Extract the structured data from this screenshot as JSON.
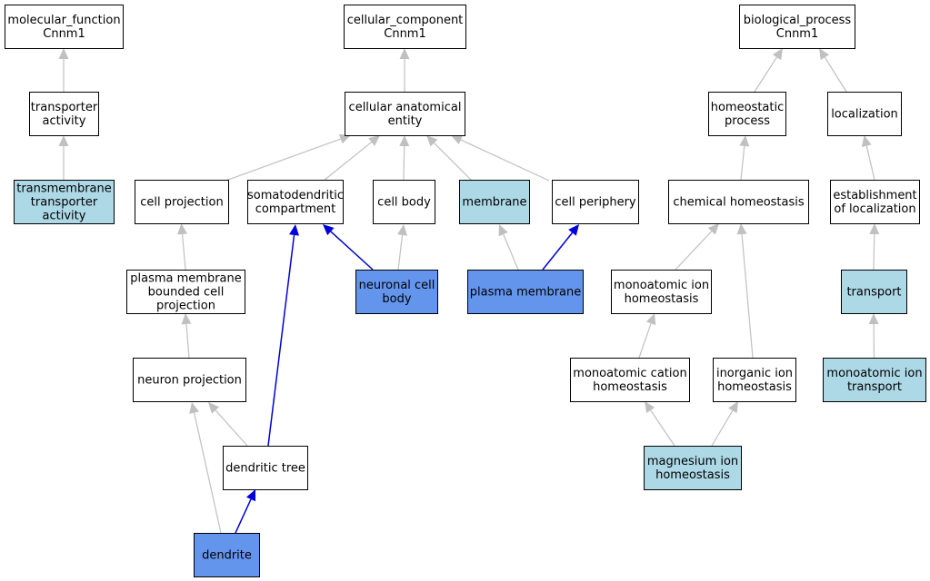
{
  "colors": {
    "default_fill": "#ffffff",
    "highlight_light": "#add8e6",
    "highlight_dark": "#6495ed",
    "edge_default": "#c0c0c0",
    "edge_highlight": "#0000dd",
    "border": "#000000"
  },
  "nodes": [
    {
      "id": "mf_root",
      "lines": [
        "molecular_function",
        "Cnnm1"
      ],
      "style": "default"
    },
    {
      "id": "transporter_activity",
      "lines": [
        "transporter",
        "activity"
      ],
      "style": "default"
    },
    {
      "id": "tm_transporter_activity",
      "lines": [
        "transmembrane",
        "transporter",
        "activity"
      ],
      "style": "light"
    },
    {
      "id": "cc_root",
      "lines": [
        "cellular_component",
        "Cnnm1"
      ],
      "style": "default"
    },
    {
      "id": "cellular_anatomical_entity",
      "lines": [
        "cellular anatomical",
        "entity"
      ],
      "style": "default"
    },
    {
      "id": "cell_projection",
      "lines": [
        "cell projection"
      ],
      "style": "default"
    },
    {
      "id": "somatodendritic_compartment",
      "lines": [
        "somatodendritic",
        "compartment"
      ],
      "style": "default"
    },
    {
      "id": "cell_body",
      "lines": [
        "cell body"
      ],
      "style": "default"
    },
    {
      "id": "membrane",
      "lines": [
        "membrane"
      ],
      "style": "light"
    },
    {
      "id": "cell_periphery",
      "lines": [
        "cell periphery"
      ],
      "style": "default"
    },
    {
      "id": "pm_bounded_cell_projection",
      "lines": [
        "plasma membrane",
        "bounded cell",
        "projection"
      ],
      "style": "default"
    },
    {
      "id": "neuronal_cell_body",
      "lines": [
        "neuronal cell",
        "body"
      ],
      "style": "dark"
    },
    {
      "id": "plasma_membrane",
      "lines": [
        "plasma membrane"
      ],
      "style": "dark"
    },
    {
      "id": "neuron_projection",
      "lines": [
        "neuron projection"
      ],
      "style": "default"
    },
    {
      "id": "dendritic_tree",
      "lines": [
        "dendritic tree"
      ],
      "style": "default"
    },
    {
      "id": "dendrite",
      "lines": [
        "dendrite"
      ],
      "style": "dark"
    },
    {
      "id": "bp_root",
      "lines": [
        "biological_process",
        "Cnnm1"
      ],
      "style": "default"
    },
    {
      "id": "homeostatic_process",
      "lines": [
        "homeostatic",
        "process"
      ],
      "style": "default"
    },
    {
      "id": "localization",
      "lines": [
        "localization"
      ],
      "style": "default"
    },
    {
      "id": "chemical_homeostasis",
      "lines": [
        "chemical homeostasis"
      ],
      "style": "default"
    },
    {
      "id": "establishment_of_localization",
      "lines": [
        "establishment",
        "of localization"
      ],
      "style": "default"
    },
    {
      "id": "monoatomic_ion_homeostasis",
      "lines": [
        "monoatomic ion",
        "homeostasis"
      ],
      "style": "default"
    },
    {
      "id": "transport",
      "lines": [
        "transport"
      ],
      "style": "light"
    },
    {
      "id": "monoatomic_cation_homeostasis",
      "lines": [
        "monoatomic cation",
        "homeostasis"
      ],
      "style": "default"
    },
    {
      "id": "inorganic_ion_homeostasis",
      "lines": [
        "inorganic ion",
        "homeostasis"
      ],
      "style": "default"
    },
    {
      "id": "monoatomic_ion_transport",
      "lines": [
        "monoatomic ion",
        "transport"
      ],
      "style": "light"
    },
    {
      "id": "magnesium_ion_homeostasis",
      "lines": [
        "magnesium ion",
        "homeostasis"
      ],
      "style": "light"
    }
  ],
  "edges": [
    {
      "from": "transporter_activity",
      "to": "mf_root",
      "highlight": false
    },
    {
      "from": "tm_transporter_activity",
      "to": "transporter_activity",
      "highlight": false
    },
    {
      "from": "cellular_anatomical_entity",
      "to": "cc_root",
      "highlight": false
    },
    {
      "from": "cell_projection",
      "to": "cellular_anatomical_entity",
      "highlight": false
    },
    {
      "from": "somatodendritic_compartment",
      "to": "cellular_anatomical_entity",
      "highlight": false
    },
    {
      "from": "cell_body",
      "to": "cellular_anatomical_entity",
      "highlight": false
    },
    {
      "from": "membrane",
      "to": "cellular_anatomical_entity",
      "highlight": false
    },
    {
      "from": "cell_periphery",
      "to": "cellular_anatomical_entity",
      "highlight": false
    },
    {
      "from": "pm_bounded_cell_projection",
      "to": "cell_projection",
      "highlight": false
    },
    {
      "from": "neuronal_cell_body",
      "to": "somatodendritic_compartment",
      "highlight": true
    },
    {
      "from": "neuronal_cell_body",
      "to": "cell_body",
      "highlight": false
    },
    {
      "from": "plasma_membrane",
      "to": "membrane",
      "highlight": false
    },
    {
      "from": "plasma_membrane",
      "to": "cell_periphery",
      "highlight": true
    },
    {
      "from": "neuron_projection",
      "to": "pm_bounded_cell_projection",
      "highlight": false
    },
    {
      "from": "dendritic_tree",
      "to": "somatodendritic_compartment",
      "highlight": true
    },
    {
      "from": "dendritic_tree",
      "to": "neuron_projection",
      "highlight": false
    },
    {
      "from": "dendrite",
      "to": "neuron_projection",
      "highlight": false
    },
    {
      "from": "dendrite",
      "to": "dendritic_tree",
      "highlight": true
    },
    {
      "from": "homeostatic_process",
      "to": "bp_root",
      "highlight": false
    },
    {
      "from": "localization",
      "to": "bp_root",
      "highlight": false
    },
    {
      "from": "chemical_homeostasis",
      "to": "homeostatic_process",
      "highlight": false
    },
    {
      "from": "establishment_of_localization",
      "to": "localization",
      "highlight": false
    },
    {
      "from": "monoatomic_ion_homeostasis",
      "to": "chemical_homeostasis",
      "highlight": false
    },
    {
      "from": "inorganic_ion_homeostasis",
      "to": "chemical_homeostasis",
      "highlight": false
    },
    {
      "from": "transport",
      "to": "establishment_of_localization",
      "highlight": false
    },
    {
      "from": "monoatomic_cation_homeostasis",
      "to": "monoatomic_ion_homeostasis",
      "highlight": false
    },
    {
      "from": "monoatomic_ion_transport",
      "to": "transport",
      "highlight": false
    },
    {
      "from": "magnesium_ion_homeostasis",
      "to": "monoatomic_cation_homeostasis",
      "highlight": false
    },
    {
      "from": "magnesium_ion_homeostasis",
      "to": "inorganic_ion_homeostasis",
      "highlight": false
    }
  ]
}
